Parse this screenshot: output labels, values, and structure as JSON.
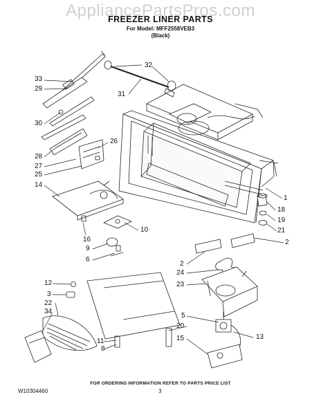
{
  "watermark": "AppliancePartsPros.com",
  "title": "FREEZER LINER PARTS",
  "model_line": "For Model: MFF2558VEB3",
  "variant": "(Black)",
  "footer_note": "FOR ORDERING INFORMATION REFER TO PARTS PRICE LIST",
  "document_number": "W10304460",
  "page_number": "3",
  "callouts": {
    "c33": "33",
    "c32": "32",
    "c29": "29",
    "c31": "31",
    "c30": "30",
    "c26": "26",
    "c28": "28",
    "c27": "27",
    "c25": "25",
    "c14": "14",
    "c1": "1",
    "c18": "18",
    "c19": "19",
    "c21": "21",
    "c2a": "2",
    "c16": "16",
    "c10": "10",
    "c9": "9",
    "c6": "6",
    "c2b": "2",
    "c24": "24",
    "c23": "23",
    "c12": "12",
    "c3": "3",
    "c22": "22",
    "c34": "34",
    "c5": "5",
    "c20": "20",
    "c13": "13",
    "c15": "15",
    "c11": "11",
    "c8": "8"
  }
}
